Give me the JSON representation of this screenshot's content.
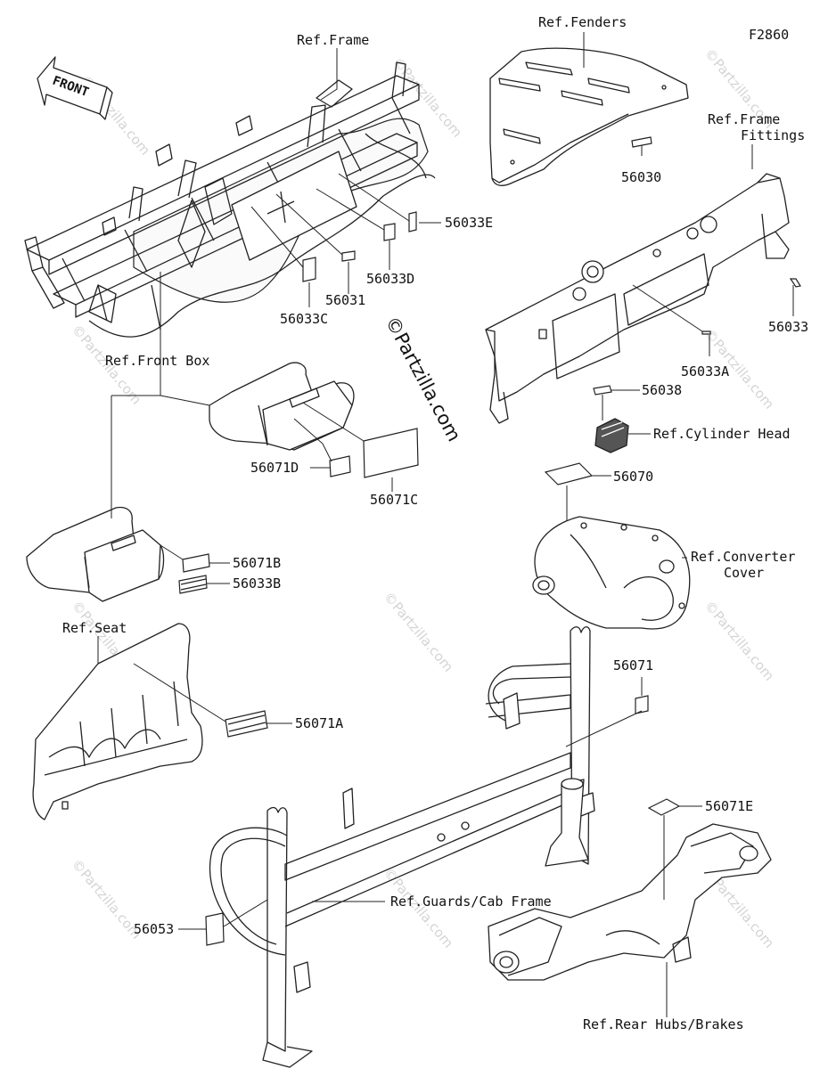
{
  "figure_code": "F2860",
  "copyright": "©Partzilla.com",
  "watermark": "©Partzilla.com",
  "front_label": "FRONT",
  "refs": {
    "frame": "Ref.Frame",
    "fenders": "Ref.Fenders",
    "frame_fittings_1": "Ref.Frame",
    "frame_fittings_2": "Fittings",
    "front_box": "Ref.Front Box",
    "cylinder_head": "Ref.Cylinder Head",
    "converter_1": "Ref.Converter",
    "converter_2": "Cover",
    "seat": "Ref.Seat",
    "guards": "Ref.Guards/Cab Frame",
    "rear_hubs": "Ref.Rear Hubs/Brakes"
  },
  "parts": {
    "p56030": "56030",
    "p56033E": "56033E",
    "p56033D": "56033D",
    "p56031": "56031",
    "p56033C": "56033C",
    "p56033": "56033",
    "p56033A": "56033A",
    "p56038": "56038",
    "p56070": "56070",
    "p56071D": "56071D",
    "p56071C": "56071C",
    "p56071B": "56071B",
    "p56033B": "56033B",
    "p56071A": "56071A",
    "p56071": "56071",
    "p56071E": "56071E",
    "p56053": "56053"
  }
}
